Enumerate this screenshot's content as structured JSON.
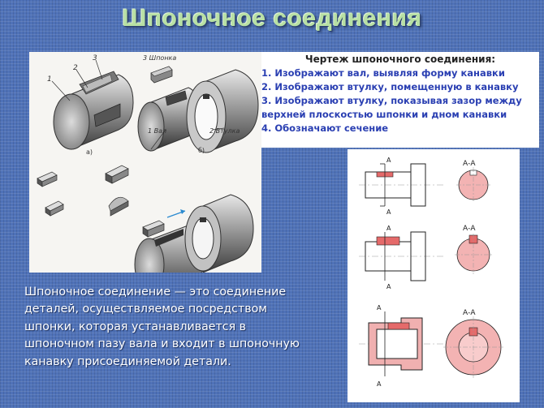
{
  "title": "Шпоночное соединения",
  "steps": {
    "heading": "Чертеж  шпоночного  соединения:",
    "items": [
      "1.    Изображают вал, выявляя форму канавки",
      "2.    Изображают втулку, помещенную в канавку",
      "3.    Изображают втулку, показывая зазор между",
      "верхней плоскостью шпонки и дном канавки",
      "4. Обозначают сечение"
    ]
  },
  "description": "Шпоночное соединение — это соединение деталей, осуществляемое посредством шпонки, которая устанавливается в шпоночном пазу вала и входит в шпоночную канавку присоединяемой детали.",
  "drawing_labels": {
    "n1": "1",
    "n2": "2",
    "n3": "3",
    "key": "3 Шпонка",
    "shaft": "1 Вал",
    "sleeve": "2 Втулка",
    "fig_a": "а)",
    "fig_b": "б)"
  },
  "section_labels": {
    "aa1": "А-А",
    "aa2": "А-А",
    "aa3": "А-А",
    "a_top1": "А",
    "a_bot1": "А",
    "a_top2": "А",
    "a_bot2": "А",
    "a_top3": "А",
    "a_bot3": "А"
  }
}
